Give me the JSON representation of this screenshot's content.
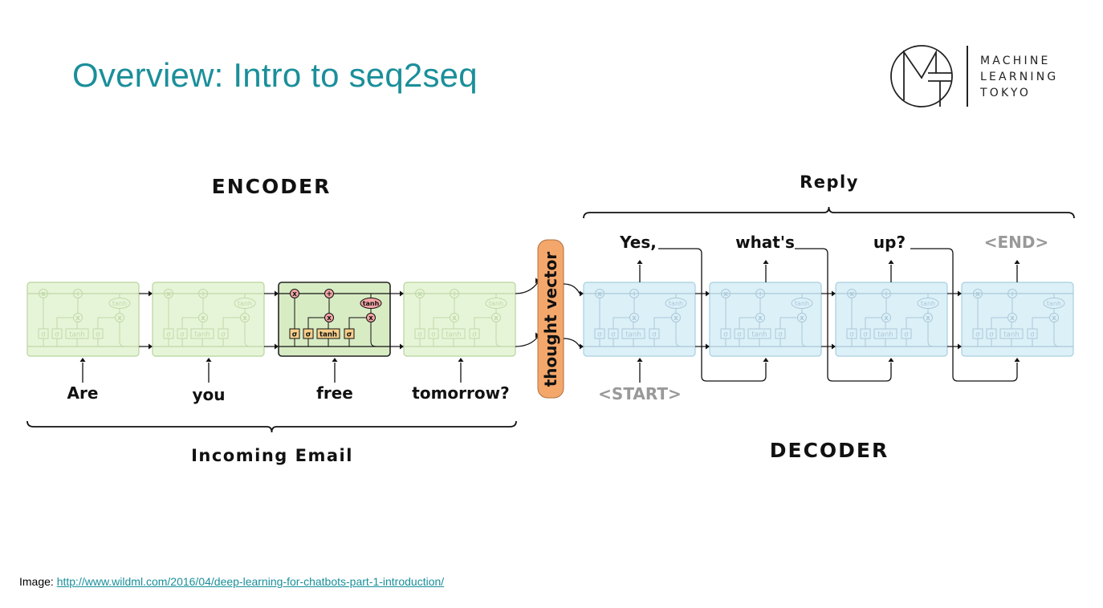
{
  "slide": {
    "title": "Overview: Intro to seq2seq"
  },
  "logo": {
    "lines": [
      "MACHINE",
      "LEARNING",
      "TOKYO"
    ],
    "color": "#222222"
  },
  "diagram": {
    "encoder_label": "ENCODER",
    "decoder_label": "DECODER",
    "reply_label": "Reply",
    "incoming_label": "Incoming Email",
    "thought_vector_label": "thought vector",
    "encoder_inputs": [
      "Are",
      "you",
      "free",
      "tomorrow?"
    ],
    "decoder_input": "<START>",
    "decoder_outputs": [
      "Yes,",
      "what's",
      "up?",
      "<END>"
    ],
    "cell_ops": {
      "sigma": "σ",
      "tanh": "tanh",
      "multiply": "x",
      "add": "+"
    },
    "colors": {
      "encoder_cell": "#e6f5d8",
      "encoder_border": "#b8d49c",
      "decoder_cell": "#dcf0f8",
      "decoder_border": "#a8cfe0",
      "thought_vector": "#f4a76a",
      "active_gate": "#f8cf8a",
      "active_op": "#f4a5a5",
      "muted_text": "#999999"
    }
  },
  "footer": {
    "prefix": "Image: ",
    "link_text": "http://www.wildml.com/2016/04/deep-learning-for-chatbots-part-1-introduction/"
  }
}
